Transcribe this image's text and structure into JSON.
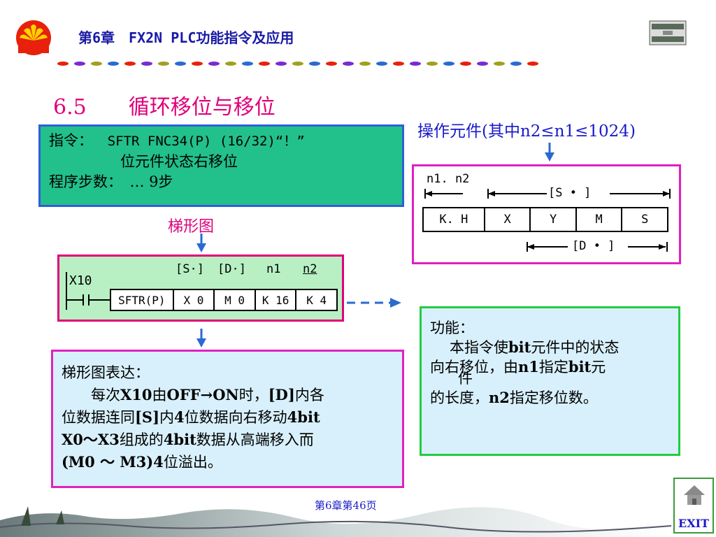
{
  "header": {
    "title": "第6章　FX2N PLC功能指令及应用"
  },
  "section": {
    "title": "6.5　　循环移位与移位"
  },
  "instruction": {
    "line1_label": "指令：",
    "line1_value": "SFTR FNC34(P) (16/32)“！”",
    "line2": "位元件状态右移位",
    "line3": "程序步数：　… 9步"
  },
  "ladder": {
    "label": "梯形图",
    "contact": "X10",
    "operand_labels": [
      "[S·]",
      "[D·]",
      "n1",
      "n2"
    ],
    "cells": [
      "SFTR(P)",
      "X 0",
      "M 0",
      "K 16",
      "K 4"
    ]
  },
  "operand": {
    "title": "操作元件(其中n2≤n1≤1024)",
    "n_label": "n1. n2",
    "s_label": "[S • ]",
    "d_label": "[D • ]",
    "cells": [
      "K. H",
      "X",
      "Y",
      "M",
      "S"
    ]
  },
  "function_box": {
    "title": "功能：",
    "text1": "本指令使",
    "bit1": "bit",
    "text2": "元件中的状态",
    "text3": "向右移位，由",
    "n1": "n1",
    "text4": "指定",
    "bit2": "bit",
    "text5": "元",
    "text6": "件",
    "text7": "的长度，",
    "n2": "n2",
    "text8": "指定移位数。"
  },
  "express_box": {
    "title": "梯形图表达：",
    "l1a": "每次",
    "l1b": "X10",
    "l1c": "由",
    "l1d": "OFF→ON",
    "l1e": "时，",
    "l1f": "[D]",
    "l1g": "内各",
    "l2a": "位数据连同",
    "l2b": "[S]",
    "l2c": "内",
    "l2d": "4",
    "l2e": "位数据向右移动",
    "l2f": "4bit",
    "l3a": "X0～X3",
    "l3b": "组成的",
    "l3c": "4bit",
    "l3d": "数据从高端移入而",
    "l4a": "(M0 ～ M3)4",
    "l4b": "位溢出。"
  },
  "footer": {
    "page": "第6章第46页",
    "exit": "EXIT"
  },
  "colors": {
    "title_blue": "#1a1aa6",
    "magenta": "#e0007a",
    "instr_green": "#22c08a",
    "light_blue": "#d8f0fb",
    "ladder_green": "#b8f0c4"
  }
}
